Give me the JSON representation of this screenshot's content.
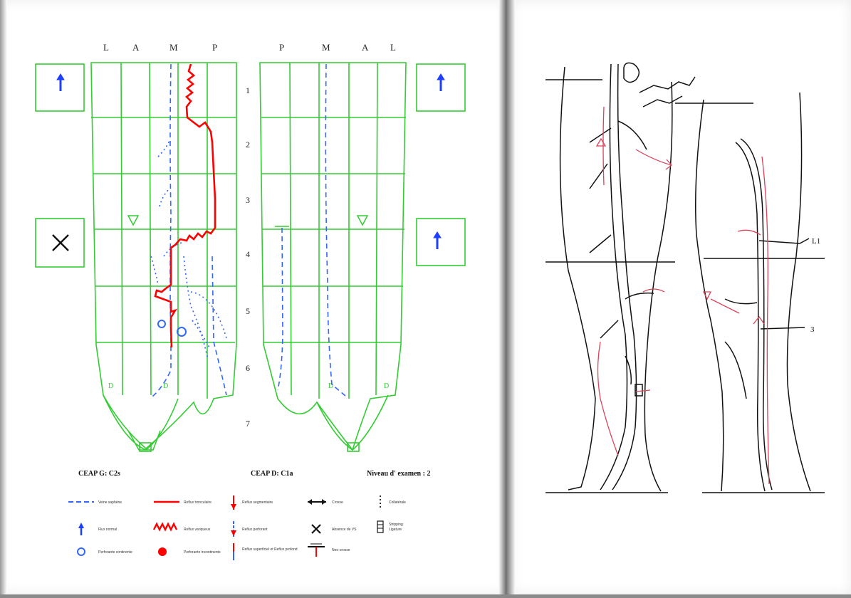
{
  "left_sheet": {
    "columns_left": [
      "L",
      "A",
      "M",
      "P"
    ],
    "columns_right": [
      "P",
      "M",
      "A",
      "L"
    ],
    "levels": [
      "1",
      "2",
      "3",
      "4",
      "5",
      "6",
      "7"
    ],
    "grid_marks": [
      "D",
      "D",
      "D",
      "D"
    ],
    "ceap_left": "CEAP G: C2s",
    "ceap_right": "CEAP D: C1a",
    "gravity_score": "Niveau d' examen : 2",
    "legend": {
      "saphenous_vein": "Veine saphène",
      "flow_arrow": "Flux normal",
      "perforator_cont": "Perforante continente",
      "reflux_tronc": "Reflux tronculaire",
      "reflux_variq": "Reflux variqueux",
      "perforator_incont": "Perforante incontinente",
      "reflux_seg": "Reflux segmentaire",
      "reflux_perf": "Reflux perforant",
      "reflux_combined": "Reflux superficiel et Reflux profond",
      "crossing": "Crosse",
      "absence": "Absence de VS",
      "neo": "Neo-crosse",
      "collateral": "Collatérale",
      "stripping": "Stripping",
      "ligation": "Ligature"
    }
  },
  "right_sheet": {
    "annotations": [
      "L1",
      "3"
    ]
  },
  "colors": {
    "grid": "#33cc33",
    "vein": "#3366ff",
    "reflux": "#ff0000",
    "sketch": "#111111",
    "sketch_red": "#d9445a"
  }
}
